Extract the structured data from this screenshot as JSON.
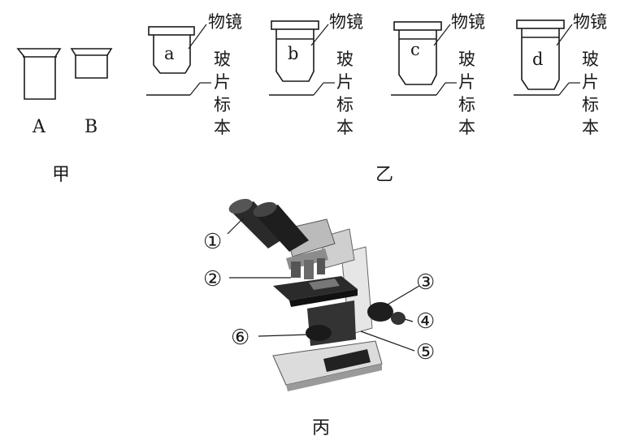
{
  "jia": {
    "caption": "甲",
    "eyepieces": [
      {
        "letter": "A"
      },
      {
        "letter": "B"
      }
    ]
  },
  "yi": {
    "caption": "乙",
    "objective_label": "物镜",
    "slide_label": [
      "玻",
      "片",
      "标",
      "本"
    ],
    "objectives": [
      {
        "letter": "a"
      },
      {
        "letter": "b"
      },
      {
        "letter": "c"
      },
      {
        "letter": "d"
      }
    ]
  },
  "bing": {
    "caption": "丙",
    "parts": [
      "①",
      "②",
      "③",
      "④",
      "⑤",
      "⑥"
    ]
  }
}
